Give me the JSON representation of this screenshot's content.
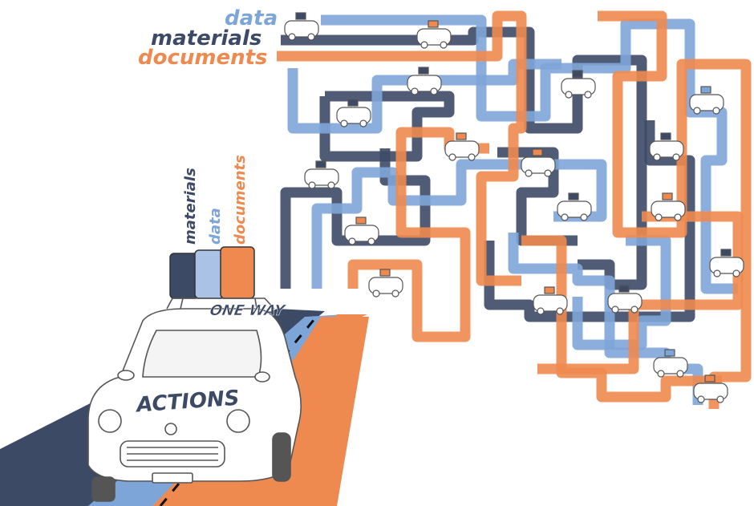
{
  "legend": {
    "data": "data",
    "materials": "materials",
    "documents": "documents"
  },
  "luggage_labels": {
    "materials": "materials",
    "data": "data",
    "documents": "documents"
  },
  "road_sign": "ONE WAY",
  "car_brand": "ACTIONS",
  "colors": {
    "navy": "#3d4a66",
    "blue": "#7ea5d8",
    "orange": "#ee8a4f",
    "outline": "#555555"
  },
  "icons": [
    "car-icon",
    "luggage-icon",
    "road-icon",
    "pipe-icon"
  ]
}
